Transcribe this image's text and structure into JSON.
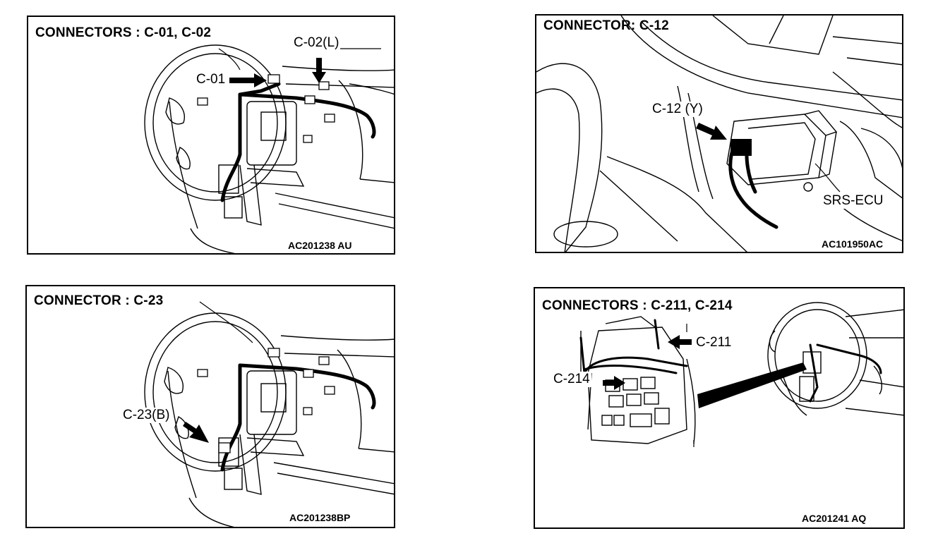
{
  "panels": [
    {
      "title": "CONNECTORS : C-01, C-02",
      "labels": [
        "C-01",
        "C-02(L)"
      ],
      "code": "AC201238  AU"
    },
    {
      "title": "CONNECTOR: C-12",
      "labels": [
        "C-12 (Y)",
        "SRS-ECU"
      ],
      "code": "AC101950AC"
    },
    {
      "title": "CONNECTOR : C-23",
      "labels": [
        "C-23(B)"
      ],
      "code": "AC201238BP"
    },
    {
      "title": "CONNECTORS : C-211, C-214",
      "labels": [
        "C-211",
        "C-214"
      ],
      "code": "AC201241  AQ"
    }
  ]
}
